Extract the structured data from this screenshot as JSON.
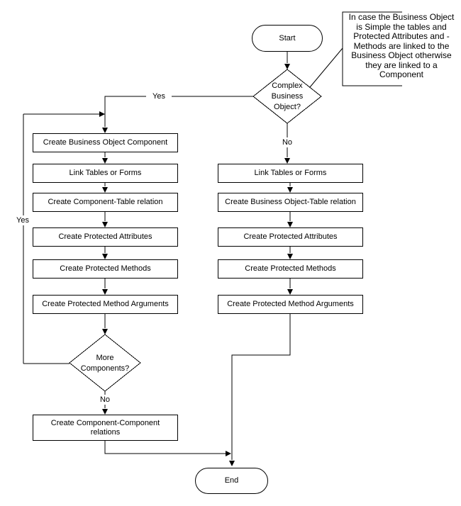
{
  "canvas": {
    "background_color": "#ffffff",
    "line_color": "#000000",
    "text_color": "#000000"
  },
  "annotation": {
    "text": "In case the Business Object\nis Simple the tables and\nProtected Attributes and -\nMethods are linked to the\nBusiness Object otherwise\nthey are linked to a\nComponent"
  },
  "nodes": {
    "start": {
      "label": "Start"
    },
    "complex_decision": {
      "label": "Complex\nBusiness\nObject?"
    },
    "left_branch": [
      {
        "label": "Create Business Object Component"
      },
      {
        "label": "Link Tables or Forms"
      },
      {
        "label": "Create Component-Table relation"
      },
      {
        "label": "Create Protected Attributes"
      },
      {
        "label": "Create Protected Methods"
      },
      {
        "label": "Create Protected Method Arguments"
      }
    ],
    "more_components_decision": {
      "label": "More\nComponents?"
    },
    "component_relations": {
      "label": "Create Component-Component\nrelations"
    },
    "right_branch": [
      {
        "label": "Link Tables or Forms"
      },
      {
        "label": "Create Business Object-Table relation"
      },
      {
        "label": "Create Protected Attributes"
      },
      {
        "label": "Create Protected Methods"
      },
      {
        "label": "Create Protected Method Arguments"
      }
    ],
    "end": {
      "label": "End"
    }
  },
  "edge_labels": {
    "complex_yes": "Yes",
    "complex_no": "No",
    "more_yes": "Yes",
    "more_no": "No"
  }
}
